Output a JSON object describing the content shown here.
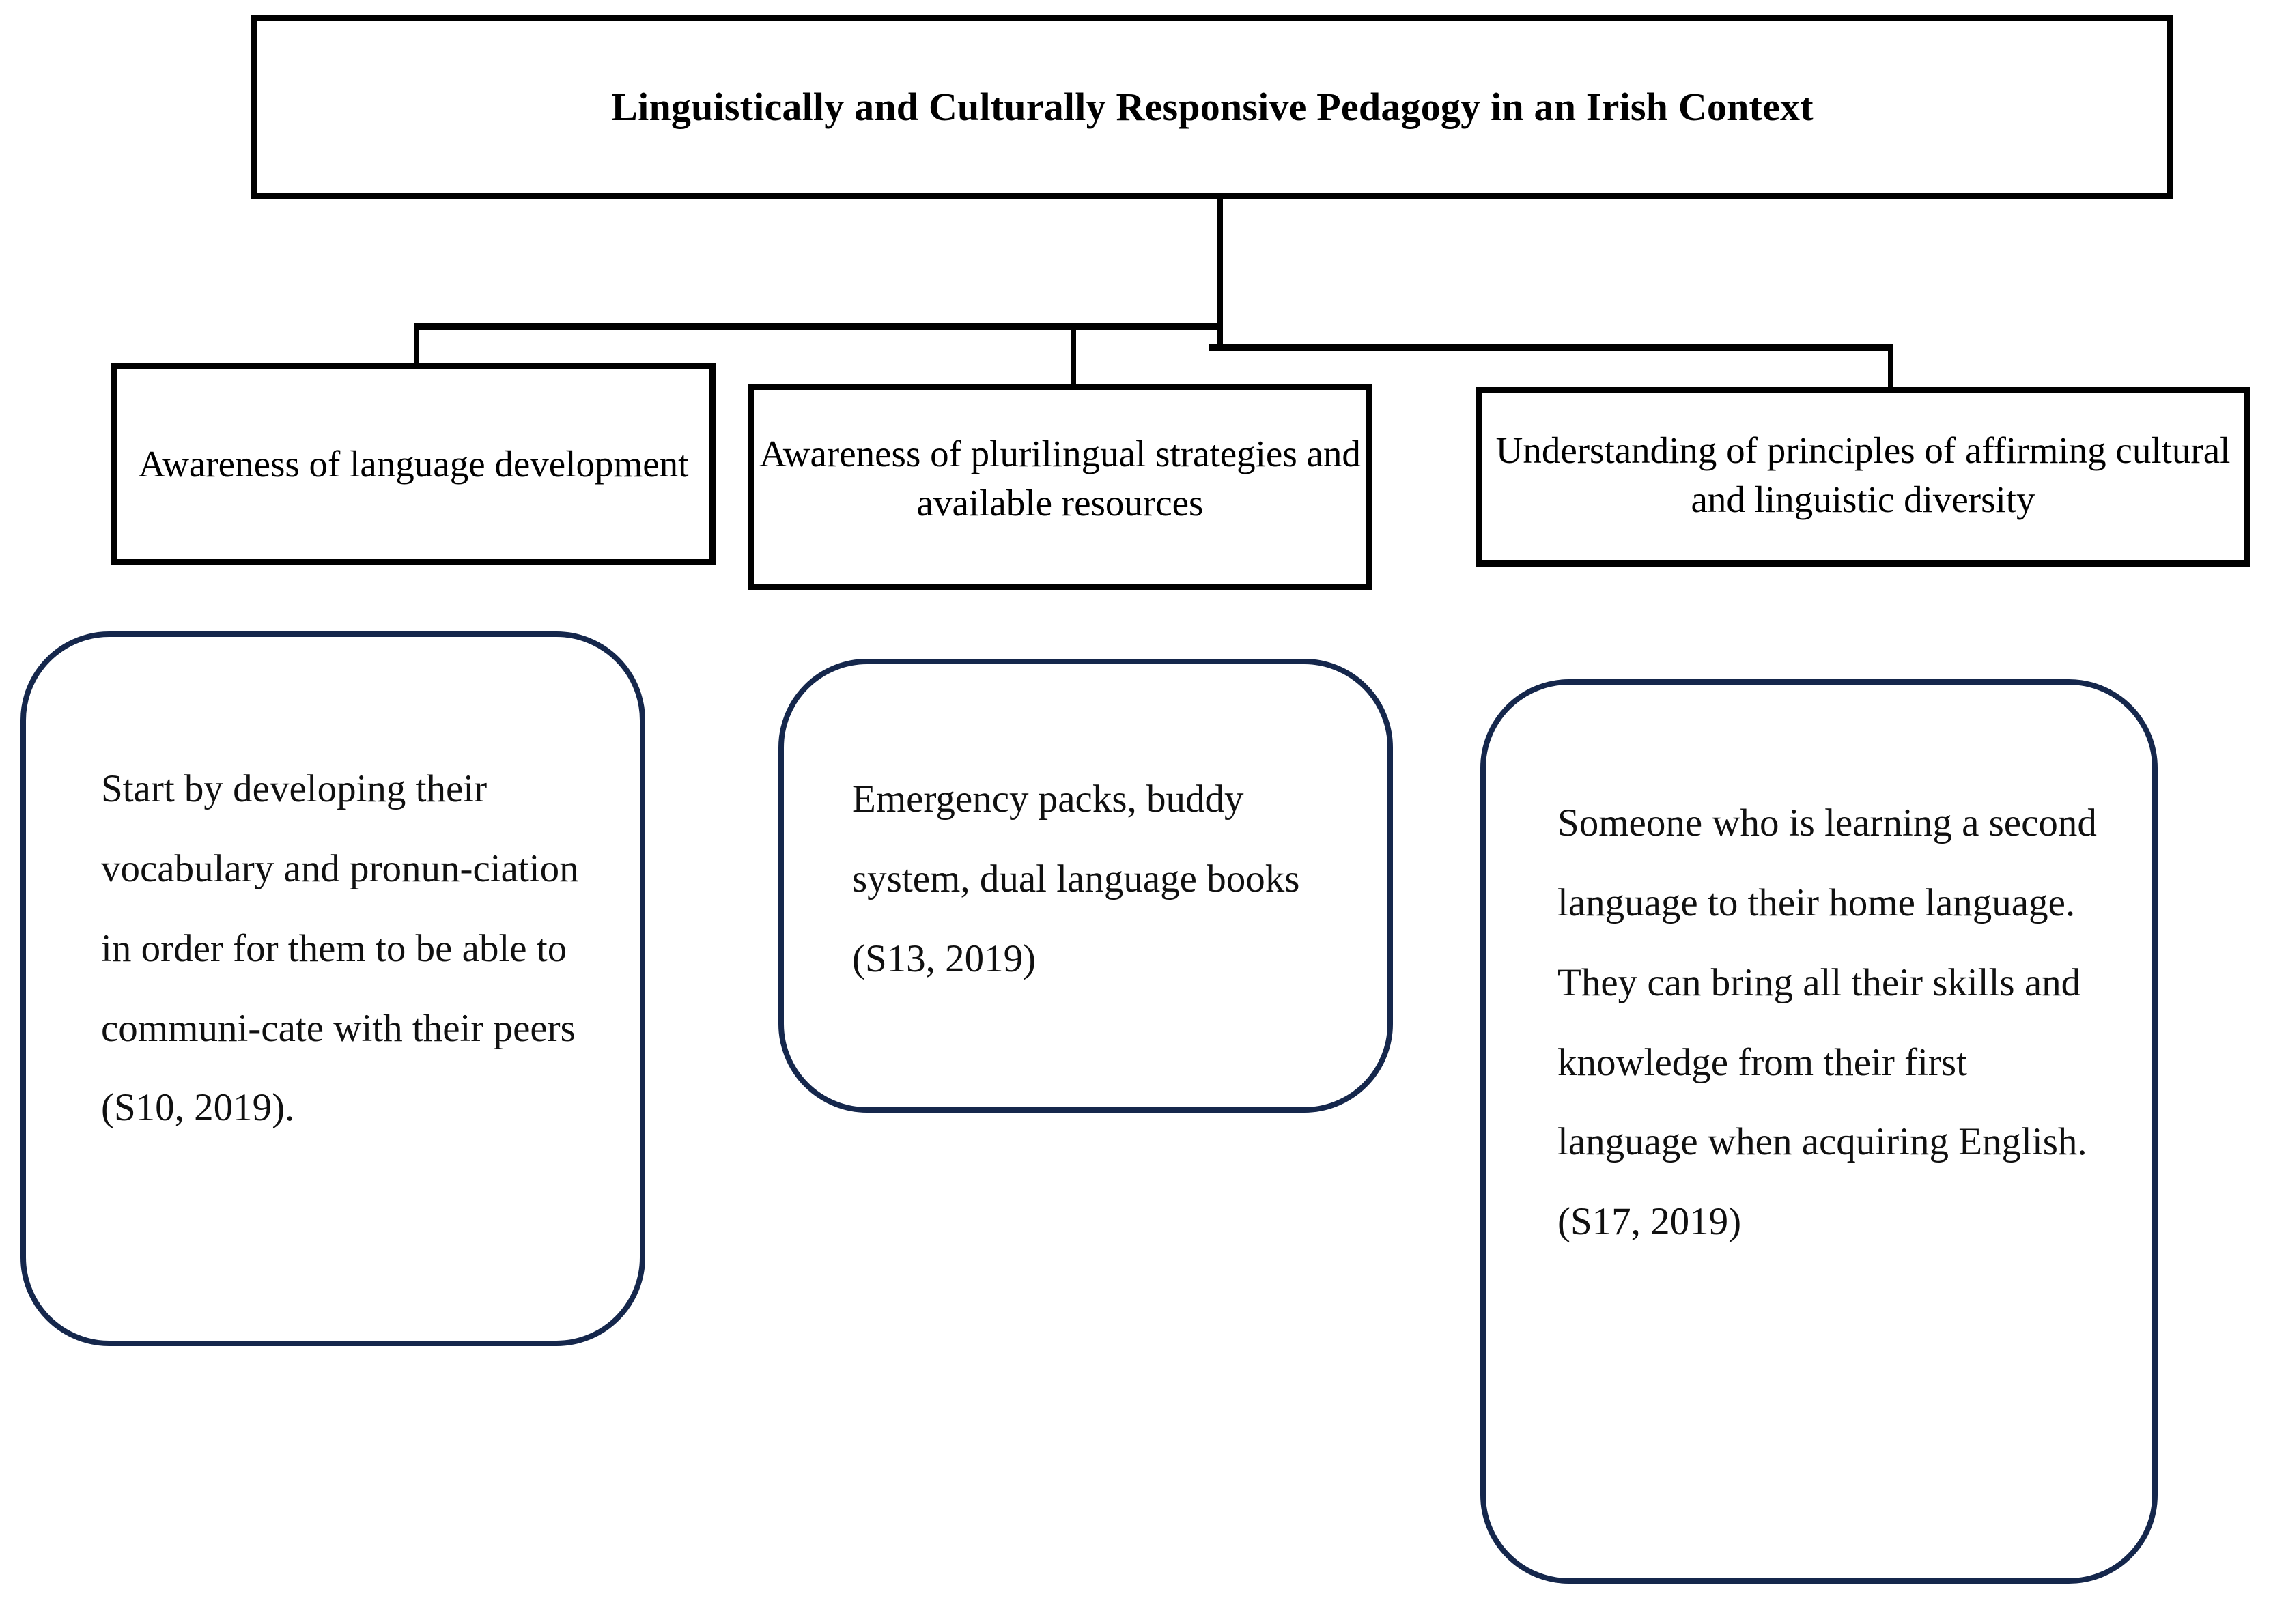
{
  "diagram": {
    "title_box": {
      "label": "Linguistically and Culturally Responsive Pedagogy in an Irish Context"
    },
    "categories": [
      {
        "label": "Awareness of language development"
      },
      {
        "label": "Awareness of plurilingual strategies and available resources"
      },
      {
        "label": "Understanding of principles of affirming cultural and linguistic diversity"
      }
    ],
    "quotes": [
      {
        "text": "Start by developing their vocabulary and pronun-ciation in order for them to be able to communi-cate with their peers (S10, 2019)."
      },
      {
        "text": "Emergency packs, buddy system, dual language books (S13, 2019)"
      },
      {
        "text": "Someone who is learning a second language to their home language. They can bring all their skills and knowledge from their first language when acquiring English. (S17, 2019)"
      }
    ],
    "colors": {
      "box_border": "#000000",
      "quote_border": "#15274c",
      "background": "#ffffff",
      "text": "#000000"
    }
  }
}
